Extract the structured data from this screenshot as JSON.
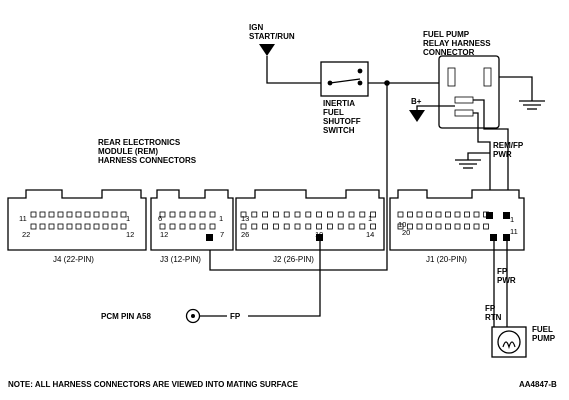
{
  "labels": {
    "ign_line1": "IGN",
    "ign_line2": "START/RUN",
    "inertia_line1": "INERTIA",
    "inertia_line2": "FUEL",
    "inertia_line3": "SHUTOFF",
    "inertia_line4": "SWITCH",
    "relay_line1": "FUEL PUMP",
    "relay_line2": "RELAY HARNESS",
    "relay_line3": "CONNECTOR",
    "bplus": "B+",
    "remfp_line1": "REM/FP",
    "remfp_line2": "PWR",
    "rem_line1": "REAR ELECTRONICS",
    "rem_line2": "MODULE (REM)",
    "rem_line3": "HARNESS CONNECTORS",
    "fppwr_line1": "FP",
    "fppwr_line2": "PWR",
    "fprtn_line1": "FP",
    "fprtn_line2": "RTN",
    "pump_line1": "FUEL",
    "pump_line2": "PUMP",
    "pcm": "PCM PIN A58",
    "fp": "FP",
    "note": "NOTE:  ALL HARNESS CONNECTORS ARE VIEWED INTO MATING SURFACE",
    "figure_id": "AA4847-B"
  },
  "connectors": {
    "j4": {
      "caption": "J4 (22-PIN)",
      "pin_a": "11",
      "pin_b": "1",
      "pin_c": "22",
      "pin_d": "12"
    },
    "j3": {
      "caption": "J3 (12-PIN)",
      "pin_a": "6",
      "pin_b": "1",
      "pin_c": "12",
      "pin_d": "7"
    },
    "j2": {
      "caption": "J2 (26-PIN)",
      "pin_a": "13",
      "pin_b": "1",
      "pin_c": "26",
      "pin_d": "19",
      "pin_e": "14"
    },
    "j1": {
      "caption": "J1 (20-PIN)",
      "pin_a": "10",
      "pin_b": "1",
      "pin_c": "20",
      "pin_d": "11"
    }
  }
}
